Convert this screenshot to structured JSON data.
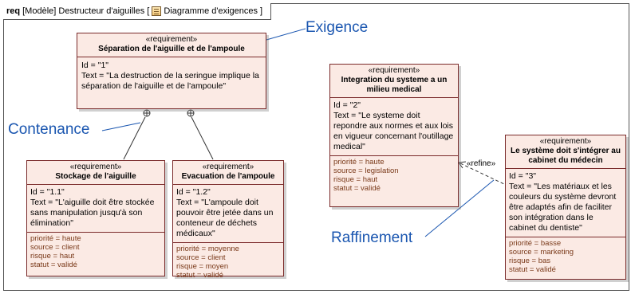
{
  "frame": {
    "keyword": "req",
    "label": "[Modèle] Destructeur d'aiguilles [",
    "diagram_name": "Diagramme d'exigences",
    "close": "]"
  },
  "requirements": [
    {
      "stereotype": "«requirement»",
      "name": "Séparation de l'aiguille et de l'ampoule",
      "id": "Id = \"1\"",
      "text": "Text = \"La destruction de la seringue implique la séparation de l'aiguille et de l'ampoule\"",
      "props": []
    },
    {
      "stereotype": "«requirement»",
      "name": "Stockage de l'aiguille",
      "id": "Id = \"1.1\"",
      "text": "Text = \"L'aiguille doit être stockée sans manipulation jusqu'à son élimination\"",
      "props": [
        "priorité = haute",
        "source = client",
        "risque = haut",
        "statut = validé"
      ]
    },
    {
      "stereotype": "«requirement»",
      "name": "Evacuation de l'ampoule",
      "id": "Id = \"1.2\"",
      "text": "Text = \"L'ampoule doit pouvoir être jetée dans un conteneur de déchets médicaux\"",
      "props": [
        "priorité = moyenne",
        "source = client",
        "risque = moyen",
        "statut = validé"
      ]
    },
    {
      "stereotype": "«requirement»",
      "name": "Integration du systeme a un milieu medical",
      "id": "Id = \"2\"",
      "text": "Text = \"Le systeme doit repondre aux normes et aux lois en vigueur concernant l'outillage medical\"",
      "props": [
        "priorité = haute",
        "source = legislation",
        "risque = haut",
        "statut = validé"
      ]
    },
    {
      "stereotype": "«requirement»",
      "name": "Le système doit s'intégrer au cabinet du médecin",
      "id": "Id = \"3\"",
      "text": "Text = \"Les matériaux et les couleurs du système devront être adaptés afin de faciliter son intégration dans le cabinet du dentiste\"",
      "props": [
        "priorité = basse",
        "source = marketing",
        "risque = bas",
        "statut = validé"
      ]
    }
  ],
  "refine_label": "«refine»",
  "annotations": {
    "exigence": "Exigence",
    "contenance": "Contenance",
    "raffinement": "Raffinement"
  },
  "colors": {
    "box_fill": "#fbeae4",
    "box_border": "#7a2a2a",
    "annotation": "#1a56b0",
    "property_text": "#7a3a1a"
  }
}
